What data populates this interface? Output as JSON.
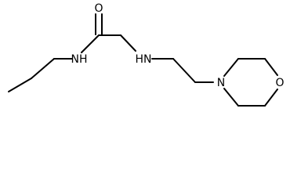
{
  "molecule": {
    "atom_labels": {
      "carbonyl_oxygen": "O",
      "amide_nh": "NH",
      "amine_nh": "HN",
      "morpholine_n": "N",
      "morpholine_o": "O"
    }
  },
  "colors": {
    "background": "#ffffff",
    "bond": "#000000",
    "label": "#000000"
  }
}
